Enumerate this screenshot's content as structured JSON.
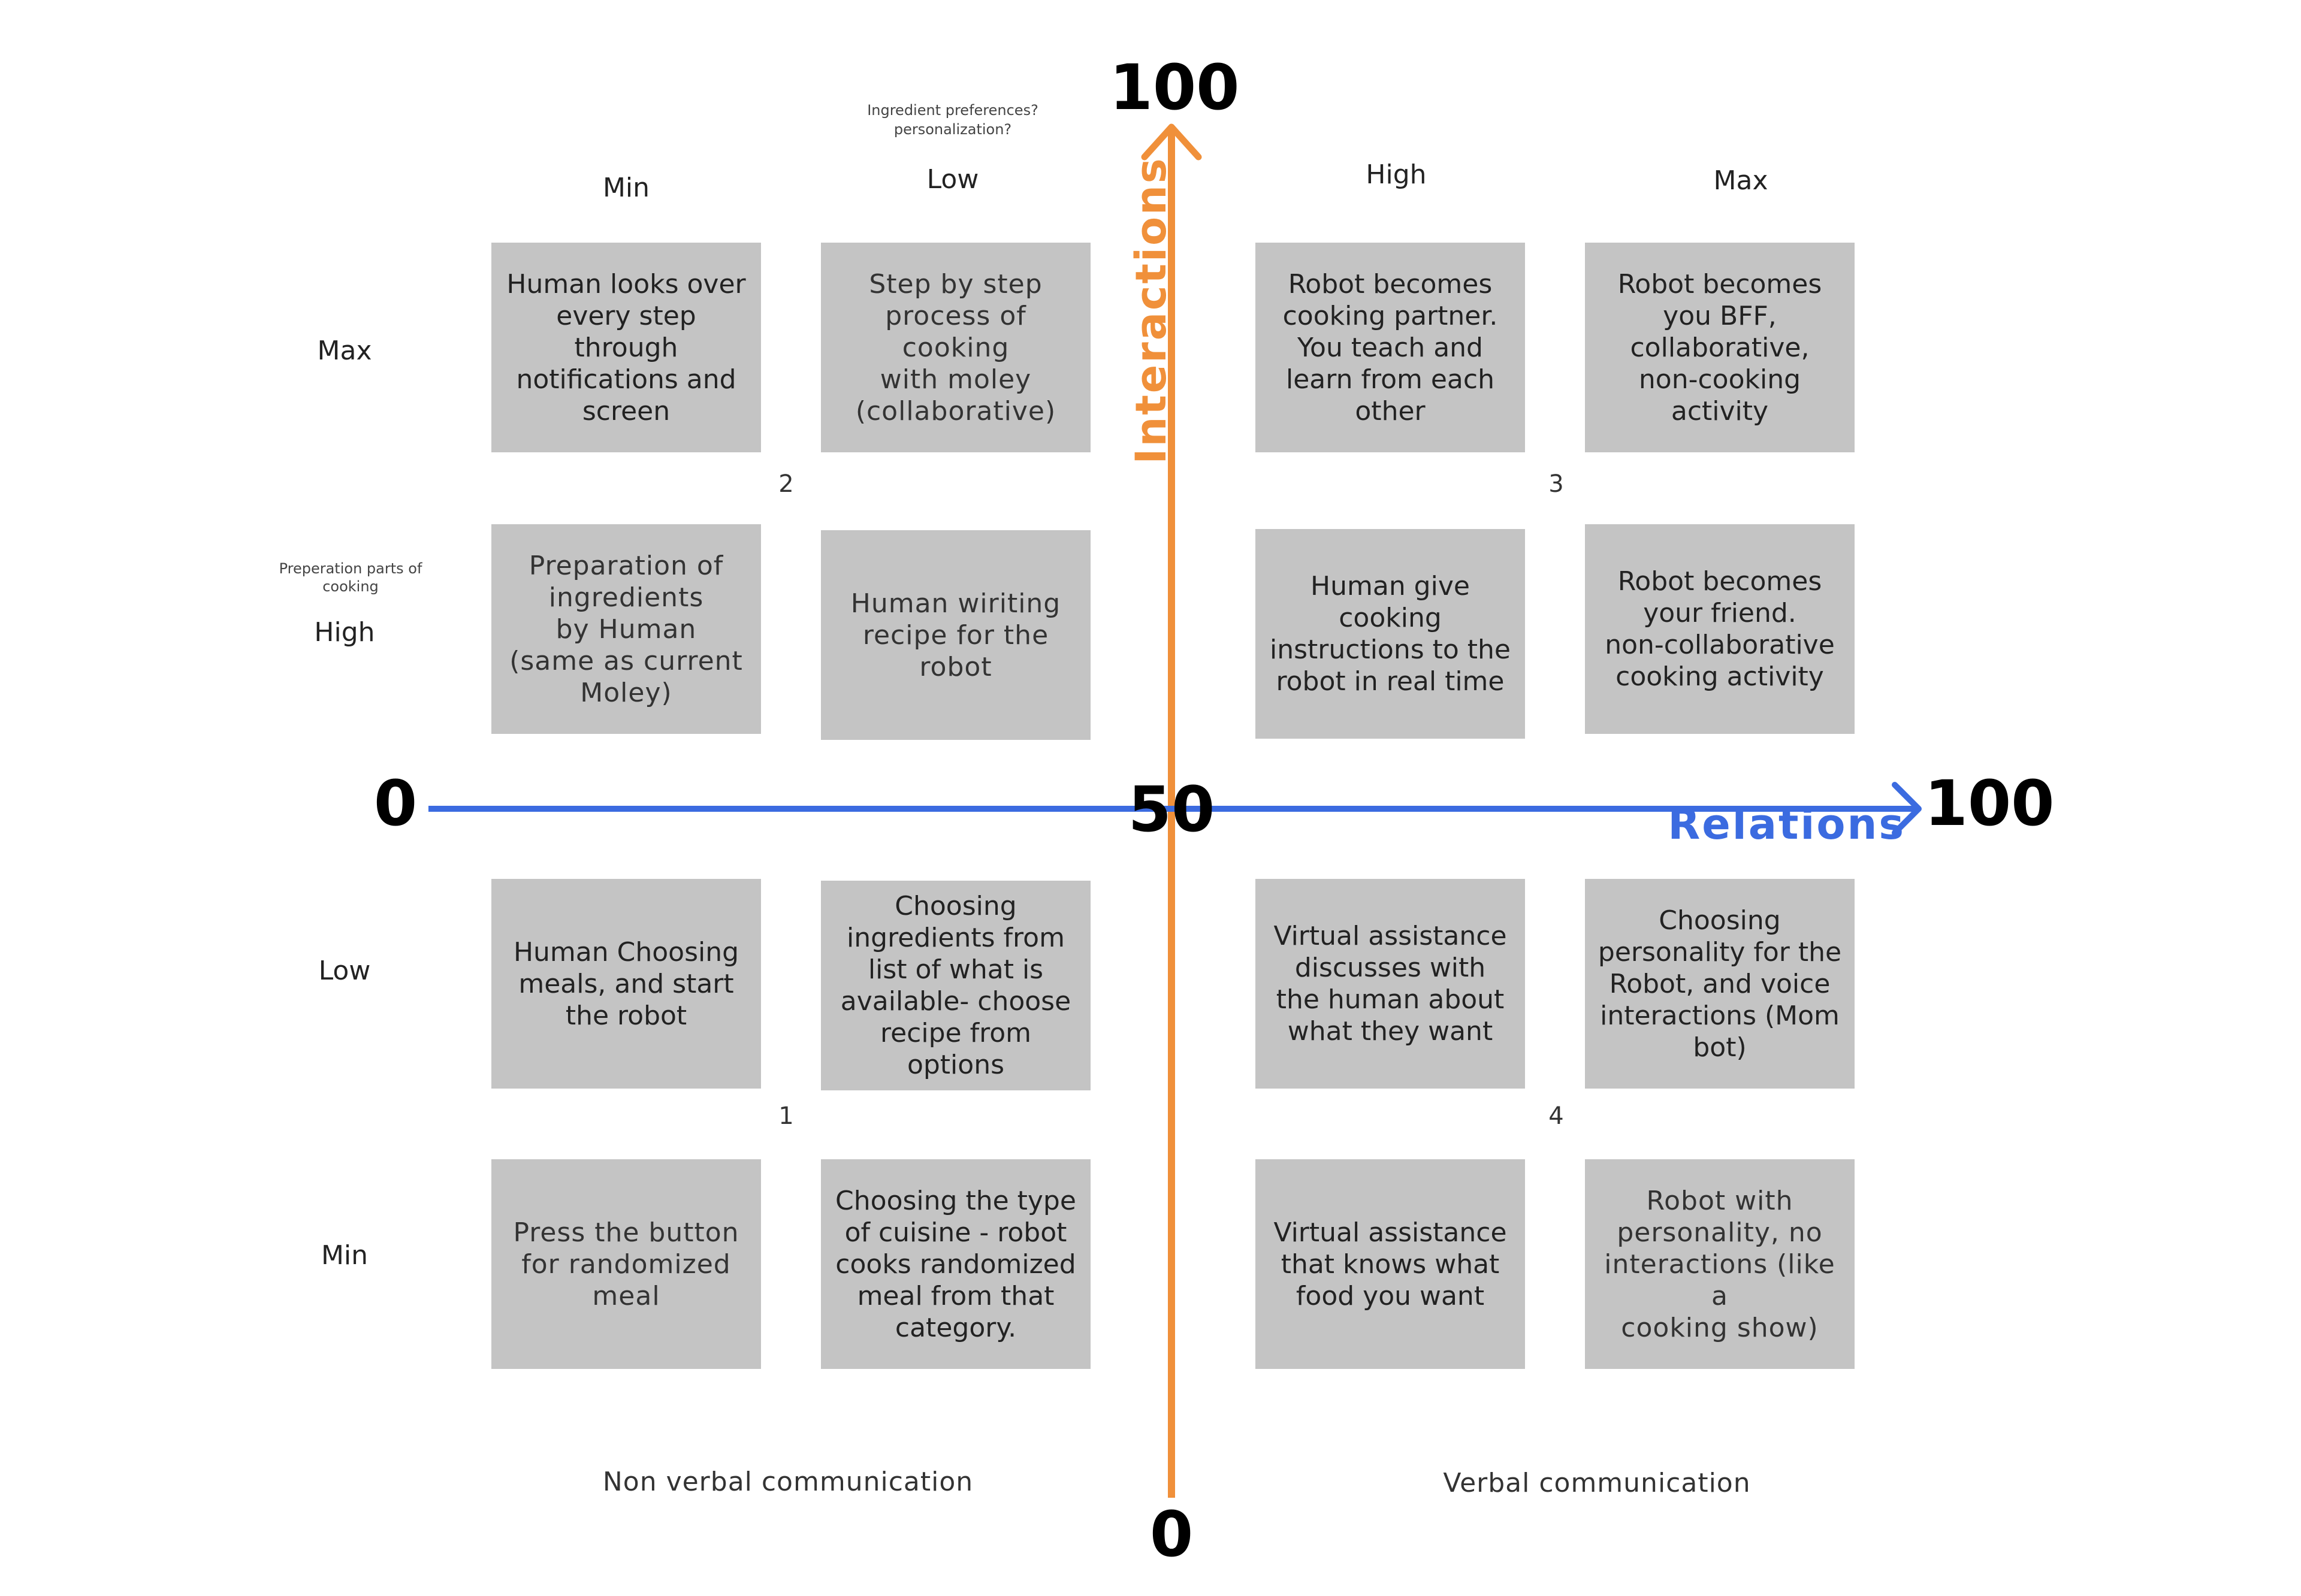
{
  "axes": {
    "interactions_label": "Interactions",
    "relations_label": "Relations",
    "y_top": "100",
    "y_bottom": "0",
    "x_left": "0",
    "x_right": "100",
    "center": "50",
    "x_color": "#3b6be0",
    "y_color": "#f0903a"
  },
  "column_headers": [
    "Min",
    "Low",
    "High",
    "Max"
  ],
  "row_headers": [
    "Max",
    "High",
    "Low",
    "Min"
  ],
  "notes": {
    "ingredient": "Ingredient preferences?\npersonalization?",
    "preparation": "Preperation parts of\ncooking"
  },
  "quadrant_numbers": [
    "2",
    "3",
    "1",
    "4"
  ],
  "boxes": [
    [
      "Human looks over\nevery step\nthrough\nnotifications and\nscreen",
      "Step by step\nprocess of cooking\nwith moley\n(collaborative)",
      "Robot becomes\ncooking partner.\nYou teach and\nlearn from each\nother",
      "Robot becomes\nyou BFF,\ncollaborative,\nnon-cooking\nactivity"
    ],
    [
      "Preparation of\ningredients\nby Human\n(same as current\nMoley)",
      "Human wiriting\nrecipe for the robot",
      "Human give\ncooking\ninstructions to the\nrobot in real time",
      "Robot becomes\nyour friend.\nnon-collaborative\ncooking activity"
    ],
    [
      "Human Choosing\nmeals, and start\nthe robot",
      "Choosing\ningredients from\nlist of what is\navailable- choose\nrecipe from\noptions",
      "Virtual assistance\ndiscusses with\nthe human about\nwhat they want",
      "Choosing\npersonality for the\nRobot, and voice\ninteractions (Mom\nbot)"
    ],
    [
      "Press the button\nfor randomized\nmeal",
      "Choosing the type\nof cuisine - robot\ncooks randomized\nmeal from that\ncategory.",
      "Virtual assistance\nthat knows what\nfood you want",
      "Robot with\npersonality, no\ninteractions (like a\ncooking show)"
    ]
  ],
  "footers": {
    "left": "Non verbal communication",
    "right": "Verbal communication"
  },
  "box_color": "#c4c4c4"
}
